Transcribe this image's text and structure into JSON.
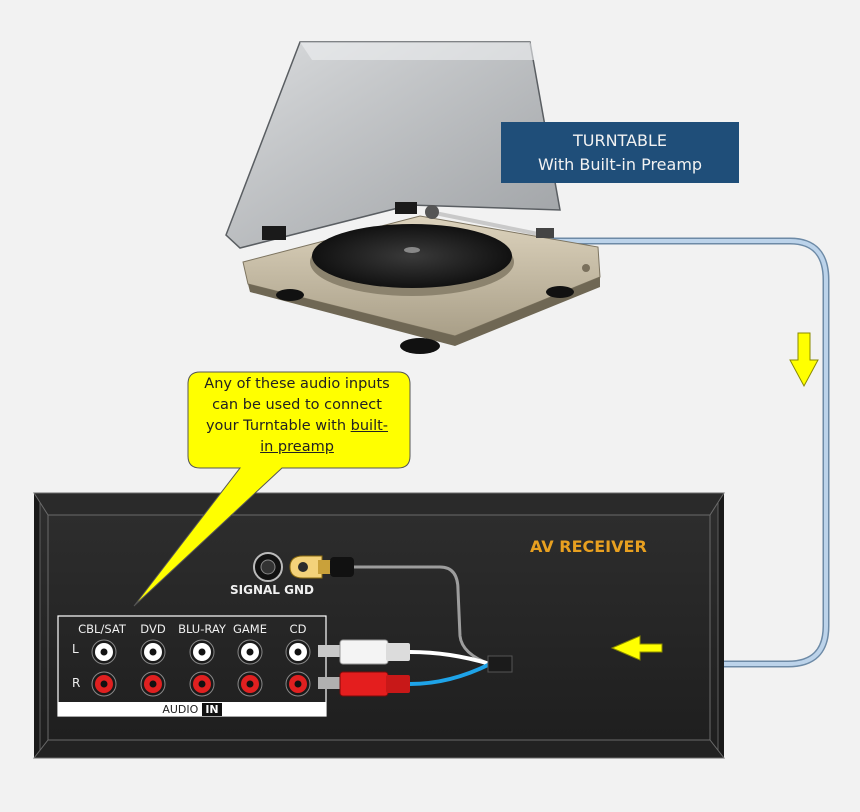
{
  "turntable_label": {
    "line1": "TURNTABLE",
    "line2": "With Built-in Preamp"
  },
  "callout": {
    "line1": "Any of these audio inputs",
    "line2": "can be used to connect",
    "line3_prefix": "your Turntable with ",
    "line3_underlined": "built-",
    "line4_underlined": "in preamp"
  },
  "receiver": {
    "label": "AV RECEIVER",
    "signal_gnd_label": "SIGNAL GND",
    "input_columns": [
      "CBL/SAT",
      "DVD",
      "BLU-RAY",
      "GAME",
      "CD"
    ],
    "channels": [
      "L",
      "R"
    ],
    "audio_section_label": "AUDIO",
    "audio_section_badge": "IN"
  },
  "colors": {
    "background": "#f2f2f2",
    "title_box": "#1f4e79",
    "title_text": "#f2f2f2",
    "callout_fill": "#ffff00",
    "receiver_body": "#262626",
    "receiver_label": "#e8a020",
    "cable": "#a9c4de",
    "arrow": "#ffff00",
    "jack_left": "#ffffff",
    "jack_right": "#e02020"
  },
  "icons": {
    "turntable": "turntable-illustration",
    "arrow_down": "arrow-down-icon",
    "arrow_left": "arrow-left-icon",
    "ground_terminal": "ground-terminal-icon",
    "spade_connector": "spade-connector-icon",
    "rca_plug": "rca-plug-icon"
  }
}
